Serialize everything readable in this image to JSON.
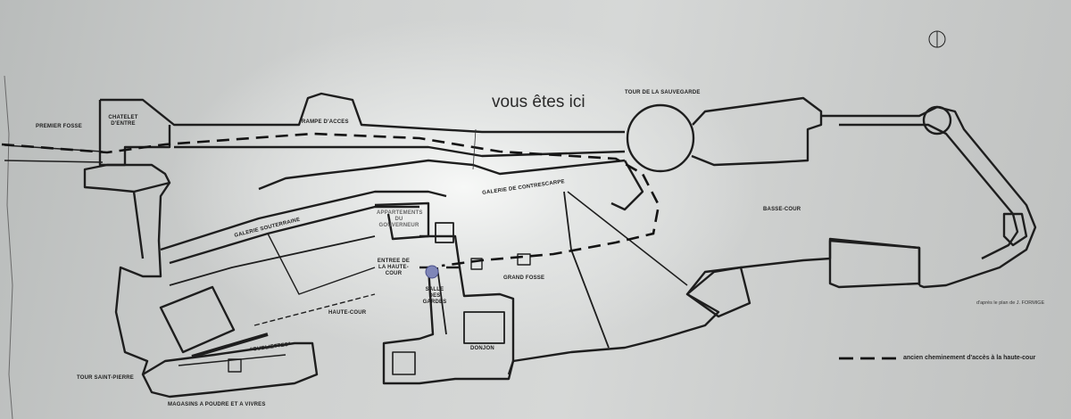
{
  "main_label": "vous êtes ici",
  "labels": {
    "premier_fosse": "PREMIER FOSSE",
    "chatelet": "CHATELET D'ENTRE",
    "rampe": "RAMPE D'ACCES",
    "tour_sauvegarde": "TOUR DE LA SAUVEGARDE",
    "contrescarpe": "GALERIE DE CONTRESCARPE",
    "galerie_souterraine": "GALERIE SOUTERRAINE",
    "appartements": "APPARTEMENTS DU GOUVERNEUR",
    "entree_haute_cour": "ENTREE DE LA HAUTE-COUR",
    "basse_cour": "BASSE-COUR",
    "grand_fosse": "GRAND FOSSE",
    "salle_gardes": "SALLE DES GARDES",
    "haute_cour": "HAUTE-COUR",
    "oubliettes": "\"OUBLIETTES\"",
    "donjon": "DONJON",
    "tour_saint_pierre": "TOUR SAINT-PIERRE",
    "magasins": "MAGASINS A POUDRE ET A VIVRES"
  },
  "credit": "d'après le plan de J. FORMIGE",
  "legend": {
    "text": "ancien cheminement d'accès à la haute-cour"
  },
  "colors": {
    "wall": "#1e1e1e",
    "marker": "#7f86b8"
  }
}
